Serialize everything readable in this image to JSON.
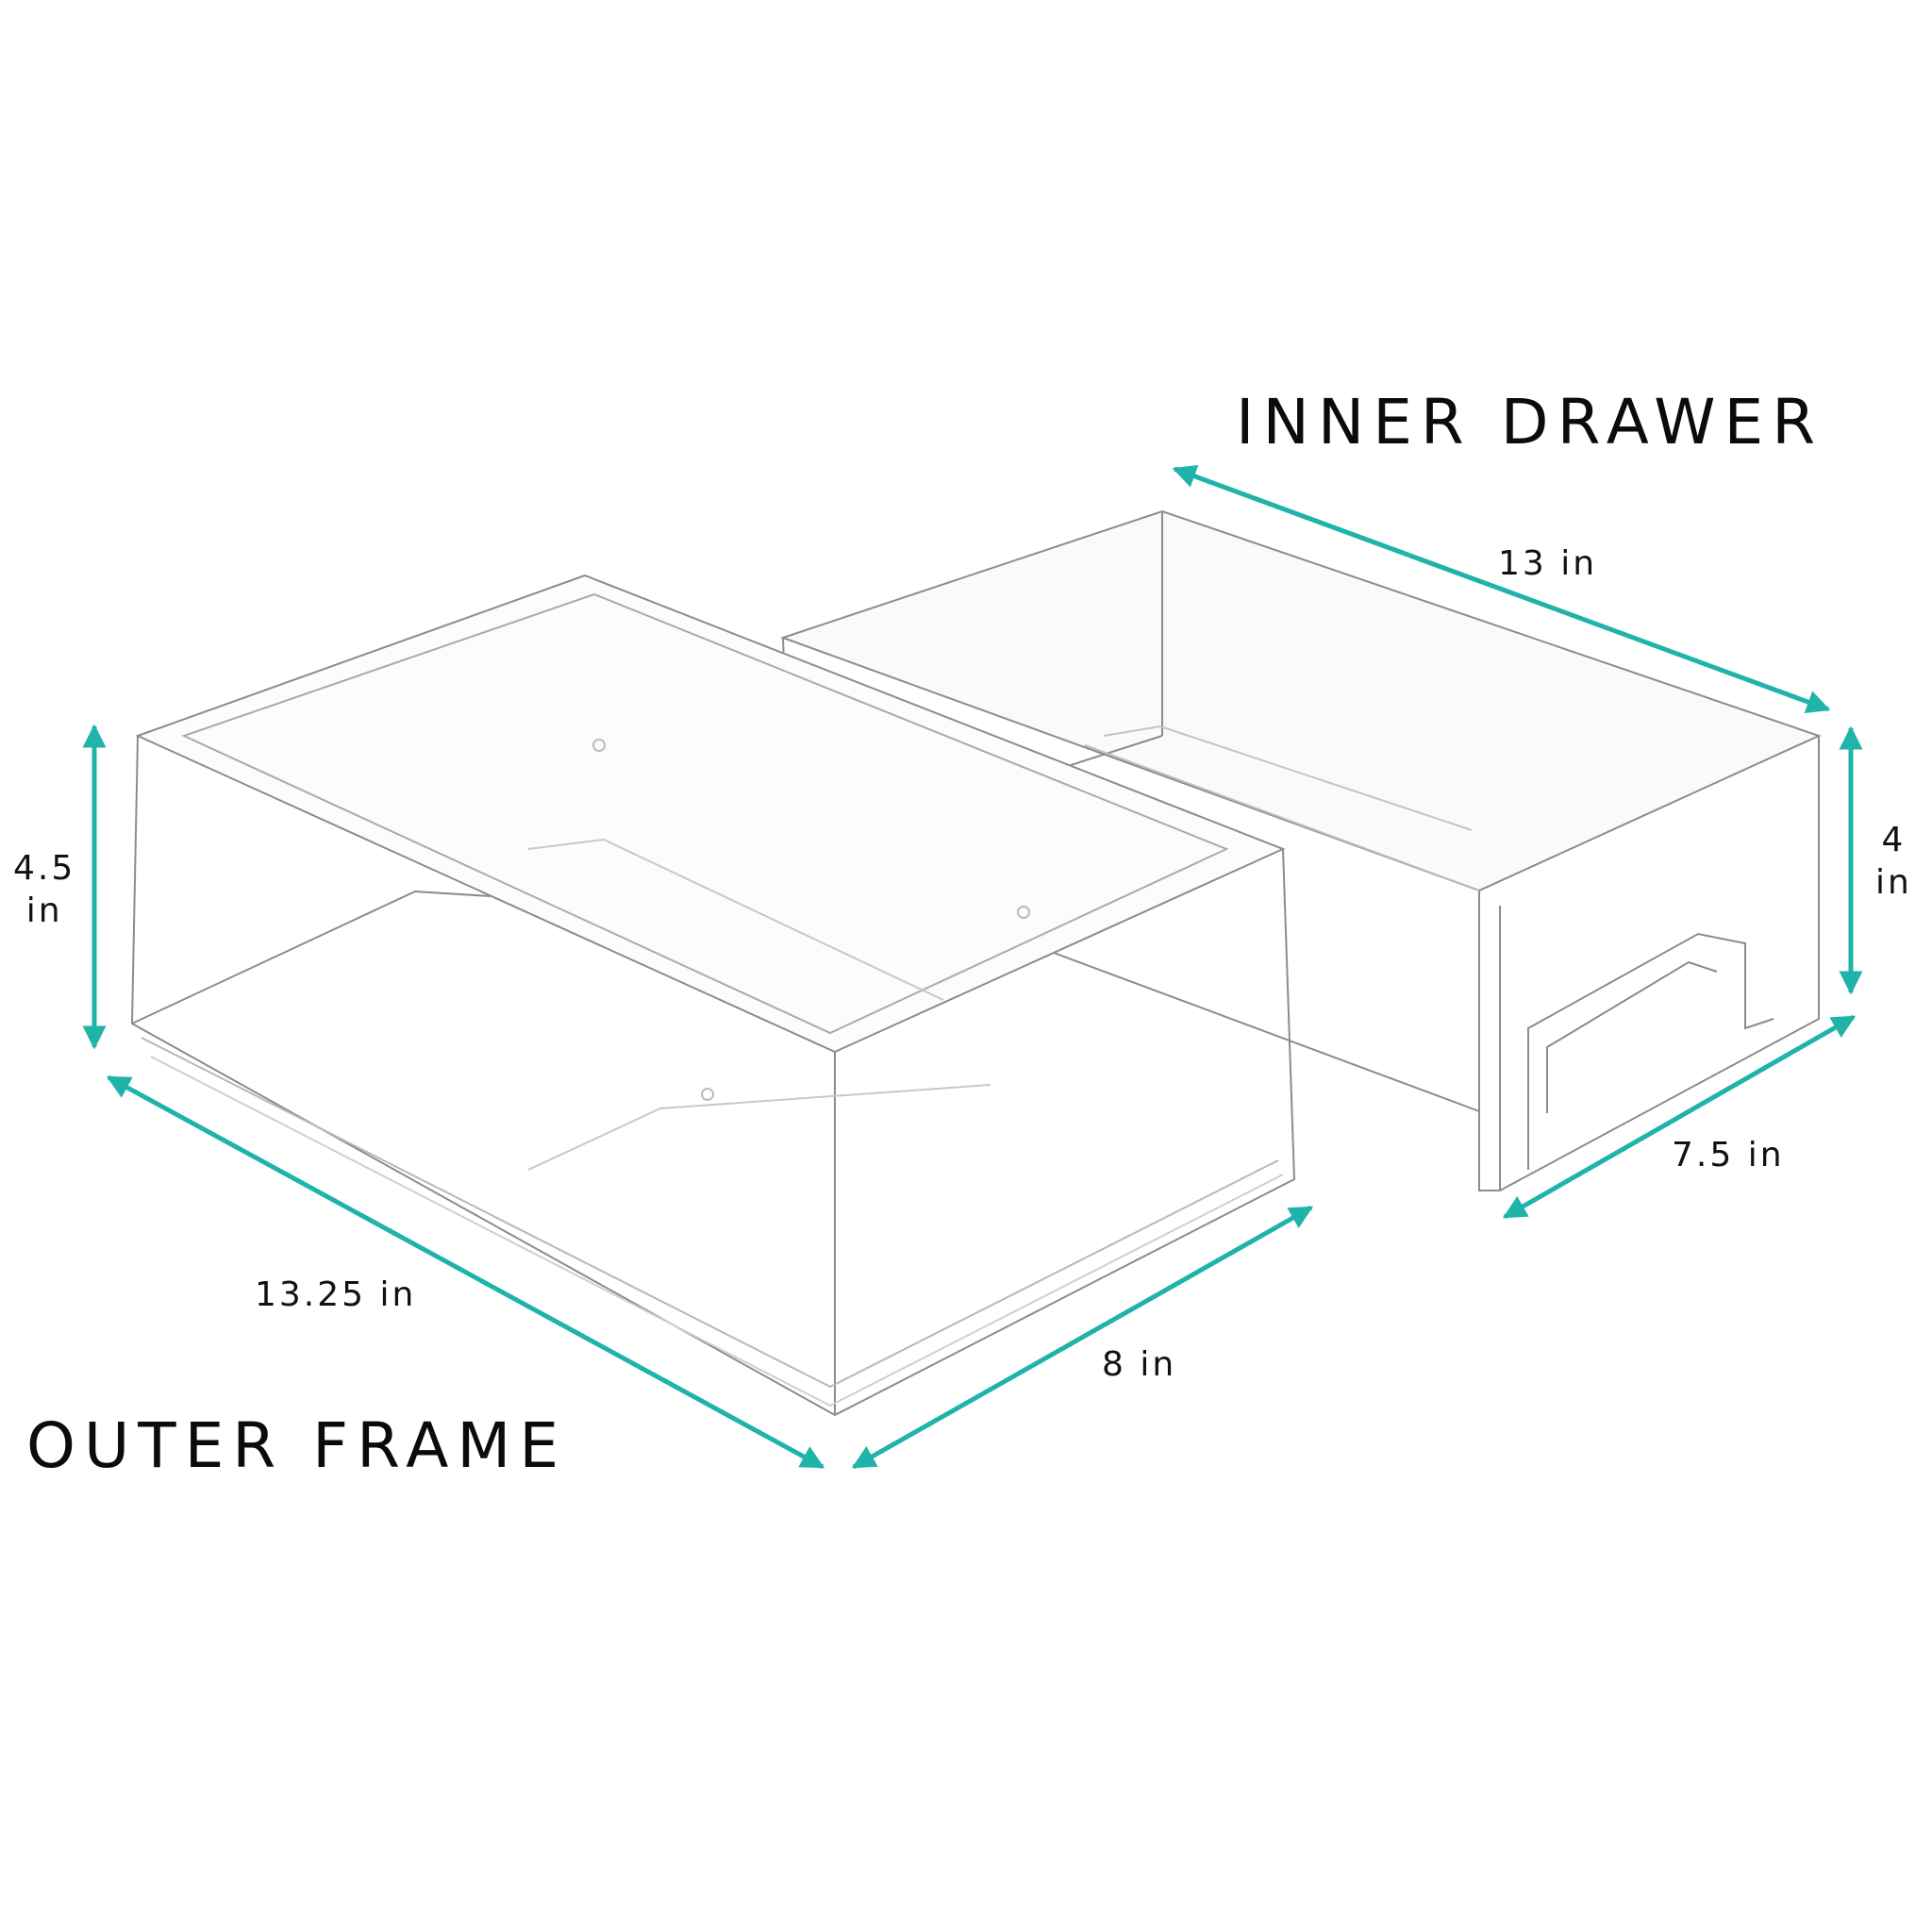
{
  "colors": {
    "accent": "#1fb3aa",
    "text": "#0b0b0b",
    "background": "#ffffff",
    "outline": "#9a9a9a"
  },
  "titles": {
    "inner": "INNER DRAWER",
    "outer": "OUTER FRAME"
  },
  "inner_drawer": {
    "length": "13 in",
    "height_value": "4",
    "height_unit": "in",
    "width": "7.5 in"
  },
  "outer_frame": {
    "height_value": "4.5",
    "height_unit": "in",
    "length": "13.25 in",
    "width": "8 in"
  }
}
